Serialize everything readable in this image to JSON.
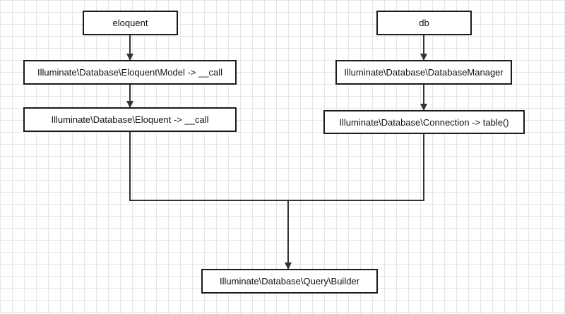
{
  "nodes": {
    "eloquent": "eloquent",
    "db": "db",
    "eloquent_model": "Illuminate\\Database\\Eloquent\\Model -> __call",
    "eloquent_call": "Illuminate\\Database\\Eloquent -> __call",
    "database_manager": "Illuminate\\Database\\DatabaseManager",
    "connection_table": "Illuminate\\Database\\Connection -> table()",
    "query_builder": "Illuminate\\Database\\Query\\Builder"
  },
  "colors": {
    "stroke": "#333333",
    "border": "#1a1a1a",
    "grid": "#e6e6e6",
    "background": "#ffffff"
  }
}
